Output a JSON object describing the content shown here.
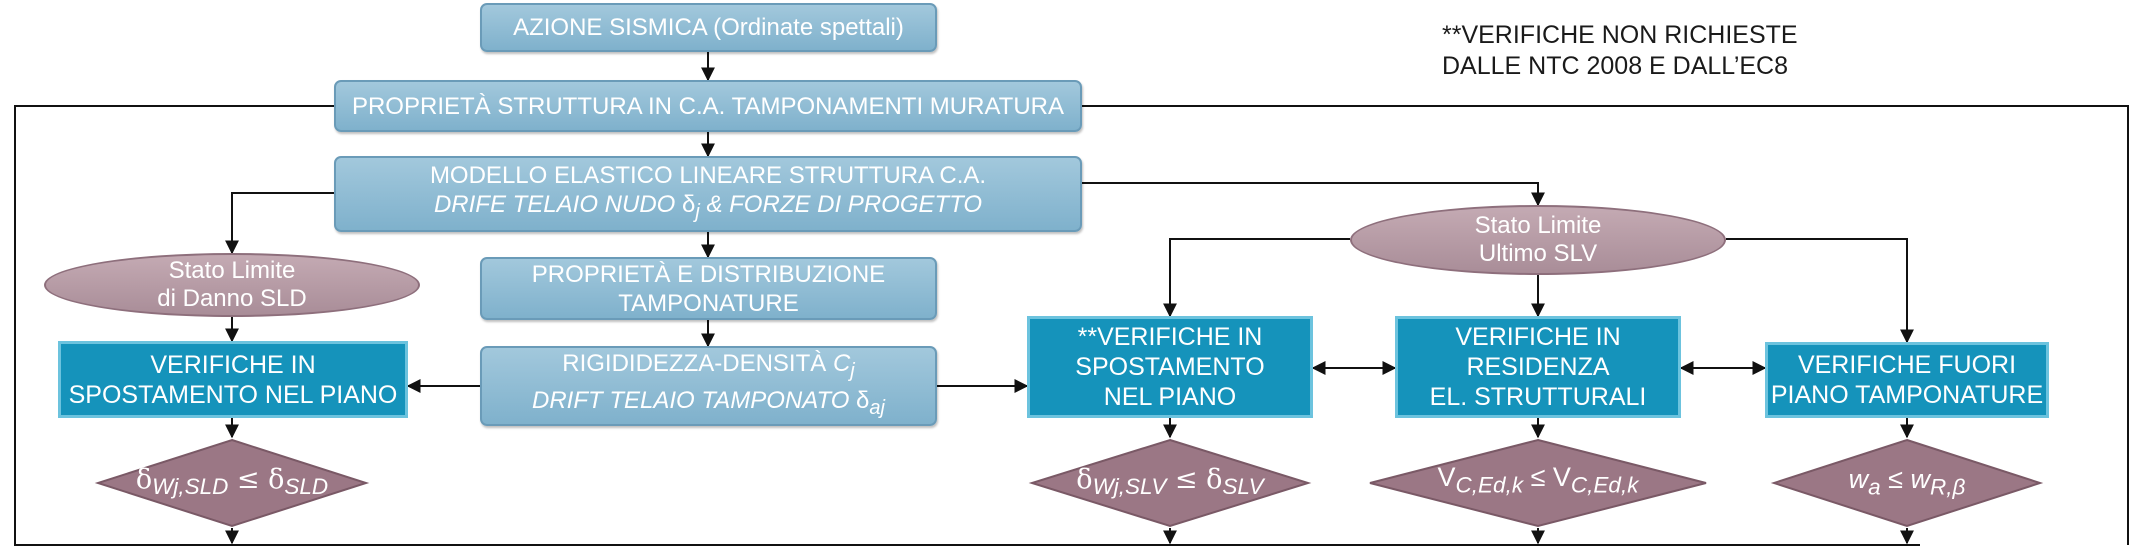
{
  "note": {
    "line1": "**VERIFICHE NON RICHIESTE",
    "line2": "DALLE NTC 2008 E DALL’EC8"
  },
  "boxes": {
    "azione": "AZIONE SISMICA (Ordinate spettali)",
    "proprieta": "PROPRIETÀ STRUTTURA IN C.A. TAMPONAMENTI MURATURA",
    "modello_line1": "MODELLO ELASTICO LINEARE STRUTTURA C.A.",
    "modello_line2a": "DRIFE TELAIO NUDO ",
    "modello_line2b": "δ",
    "modello_line2c": "j",
    "modello_line2d": " & FORZE DI PROGETTO",
    "distribuzione_line1": "PROPRIETÀ E DISTRIBUZIONE",
    "distribuzione_line2": "TAMPONATURE",
    "rigidezza_line1a": "RIGIDIDEZZA-DENSITÀ ",
    "rigidezza_line1b": "C",
    "rigidezza_line1c": "j",
    "rigidezza_line2a": "DRIFT TELAIO TAMPONATO ",
    "rigidezza_line2b": "δ",
    "rigidezza_line2c": "aj"
  },
  "ellipses": {
    "sld_line1": "Stato Limite",
    "sld_line2": "di Danno SLD",
    "slv_line1": "Stato Limite",
    "slv_line2": "Ultimo SLV"
  },
  "verifiche": {
    "sld_line1": "VERIFICHE IN",
    "sld_line2": "SPOSTAMENTO NEL PIANO",
    "slv_spost_line1": "**VERIFICHE IN",
    "slv_spost_line2": "SPOSTAMENTO",
    "slv_spost_line3": "NEL PIANO",
    "resistenza_line1": "VERIFICHE IN",
    "resistenza_line2": "RESIDENZA",
    "resistenza_line3": "EL. STRUTTURALI",
    "fuori_line1": "VERIFICHE FUORI",
    "fuori_line2": "PIANO TAMPONATURE"
  },
  "checks": {
    "sld": {
      "lhs": "δ",
      "lhs_sub": "Wj,SLD",
      "op": " ≤ ",
      "rhs": "δ",
      "rhs_sub": "SLD"
    },
    "slv": {
      "lhs": "δ",
      "lhs_sub": "Wj,SLV",
      "op": " ≤ ",
      "rhs": "δ",
      "rhs_sub": "SLV"
    },
    "res": {
      "lhs": "V",
      "lhs_sub": "C,Ed,k",
      "op": " ≤ ",
      "rhs": "V",
      "rhs_sub": "C,Ed,k"
    },
    "fuori": {
      "lhs": "w",
      "lhs_sub": "a",
      "op": " ≤ ",
      "rhs": "w",
      "rhs_sub": "R,β"
    }
  },
  "colors": {
    "light_box": "#8bb9d2",
    "dark_box": "#1593bb",
    "ellipse": "#b59aa5",
    "diamond": "#9b7785",
    "line": "#111111"
  }
}
